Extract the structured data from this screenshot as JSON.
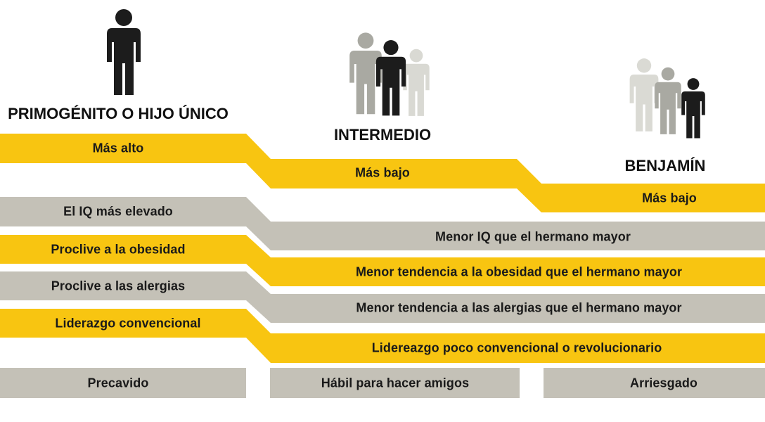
{
  "colors": {
    "yellow": "#f8c511",
    "gray": "#c4c1b7",
    "dark": "#1c1c1c",
    "mid": "#9c9c96",
    "light": "#d6d6d0"
  },
  "groups": {
    "first": {
      "title": "PRIMOGÉNITO O HIJO ÚNICO",
      "icon": "single-person-icon"
    },
    "middle": {
      "title": "INTERMEDIO",
      "icon": "three-people-middle-highlighted-icon"
    },
    "youngest": {
      "title": "BENJAMÍN",
      "icon": "three-people-youngest-highlighted-icon"
    }
  },
  "rows": {
    "status": {
      "first": "Más alto",
      "middle": "Más bajo",
      "youngest": "Más bajo"
    },
    "iq": {
      "first": "El IQ más elevado",
      "rest": "Menor IQ que el hermano mayor"
    },
    "obesity": {
      "first": "Proclive a la obesidad",
      "rest": "Menor tendencia a la obesidad que el hermano mayor"
    },
    "allergies": {
      "first": "Proclive a las alergias",
      "rest": "Menor tendencia a las alergias que el hermano mayor"
    },
    "leadership": {
      "first": "Liderazgo convencional",
      "rest": "Lidereazgo poco convencional o revolucionario"
    },
    "traits": {
      "first": "Precavido",
      "middle": "Hábil para hacer amigos",
      "youngest": "Arriesgado"
    }
  }
}
